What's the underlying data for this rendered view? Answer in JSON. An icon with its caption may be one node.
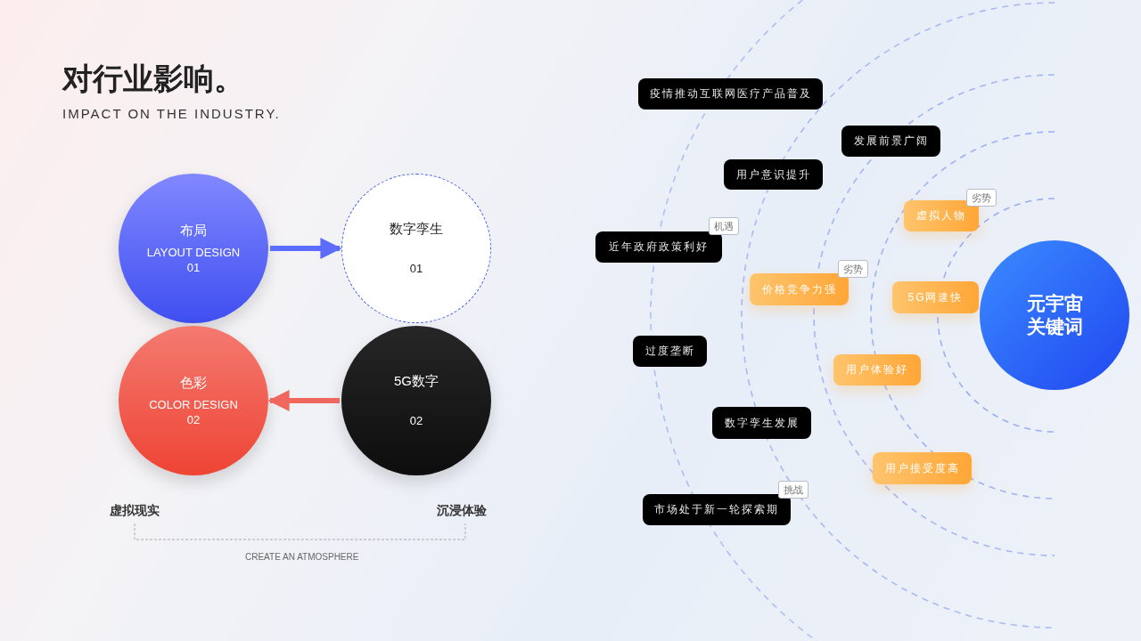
{
  "diagram": {
    "title": "对行业影响。",
    "nodes": [
      {
        "text": [
          "布局",
          "LAYOUT DESIGN",
          "01"
        ]
      },
      {
        "text": [
          "数字孪生",
          "01"
        ]
      },
      {
        "text": [
          "色彩",
          "COLOR DESIGN",
          "02"
        ]
      },
      {
        "text": [
          "5G数字",
          "02"
        ]
      },
      {
        "text": [
          "疫情推动互联网医疗产品普及"
        ]
      },
      {
        "text": [
          "发展前景广阔"
        ]
      },
      {
        "text": [
          "用户意识提升"
        ]
      },
      {
        "text": [
          "劣势"
        ]
      },
      {
        "text": [
          "虚拟人物"
        ]
      },
      {
        "text": [
          "机遇"
        ]
      },
      {
        "text": [
          "近年政府政策利好"
        ]
      },
      {
        "text": [
          "劣势"
        ]
      },
      {
        "text": [
          "价格竞争力强"
        ]
      },
      {
        "text": [
          "5G网速快"
        ]
      },
      {
        "text": [
          "元宇宙关键词"
        ]
      },
      {
        "text": [
          "过度垄断"
        ]
      },
      {
        "text": [
          "用户体验好"
        ]
      },
      {
        "text": [
          "数字孪生发展"
        ]
      },
      {
        "text": [
          "用户接受度高"
        ]
      },
      {
        "text": [
          "挑战"
        ]
      },
      {
        "text": [
          "市场处于新一轮探索期"
        ]
      }
    ],
    "edges": [
      {
        "from": 0,
        "to": 1,
        "arrow": "to",
        "color": "#5b6cff"
      },
      {
        "from": 3,
        "to": 2,
        "arrow": "to",
        "color": "#f0675e"
      }
    ],
    "labels": [
      "IMPACT ON THE INDUSTRY.",
      "虚拟现实",
      "沉浸体验",
      "CREATE AN ATMOSPHERE"
    ]
  }
}
